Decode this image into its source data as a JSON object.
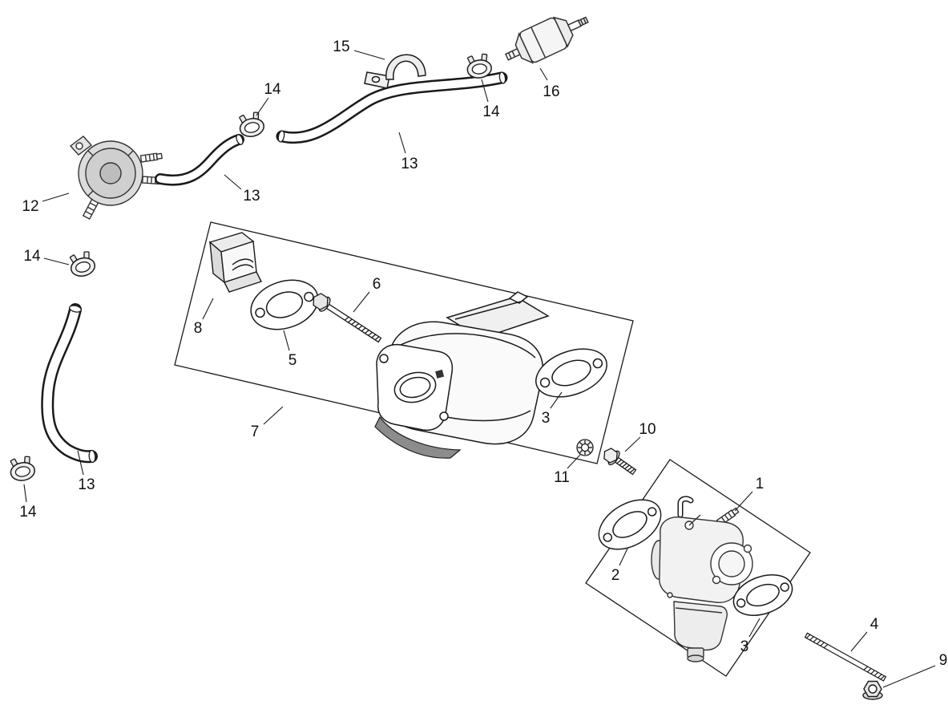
{
  "figure": {
    "type": "exploded-parts-diagram",
    "background_color": "#ffffff",
    "line_color": "#1a1a1a",
    "shade_color": "#8c8c8c",
    "callouts": [
      {
        "label": "15"
      },
      {
        "label": "14"
      },
      {
        "label": "16"
      },
      {
        "label": "14"
      },
      {
        "label": "13"
      },
      {
        "label": "12"
      },
      {
        "label": "13"
      },
      {
        "label": "14"
      },
      {
        "label": "8"
      },
      {
        "label": "5"
      },
      {
        "label": "6"
      },
      {
        "label": "7"
      },
      {
        "label": "3"
      },
      {
        "label": "11"
      },
      {
        "label": "10"
      },
      {
        "label": "1"
      },
      {
        "label": "2"
      },
      {
        "label": "13"
      },
      {
        "label": "14"
      },
      {
        "label": "3"
      },
      {
        "label": "4"
      },
      {
        "label": "9"
      }
    ]
  }
}
